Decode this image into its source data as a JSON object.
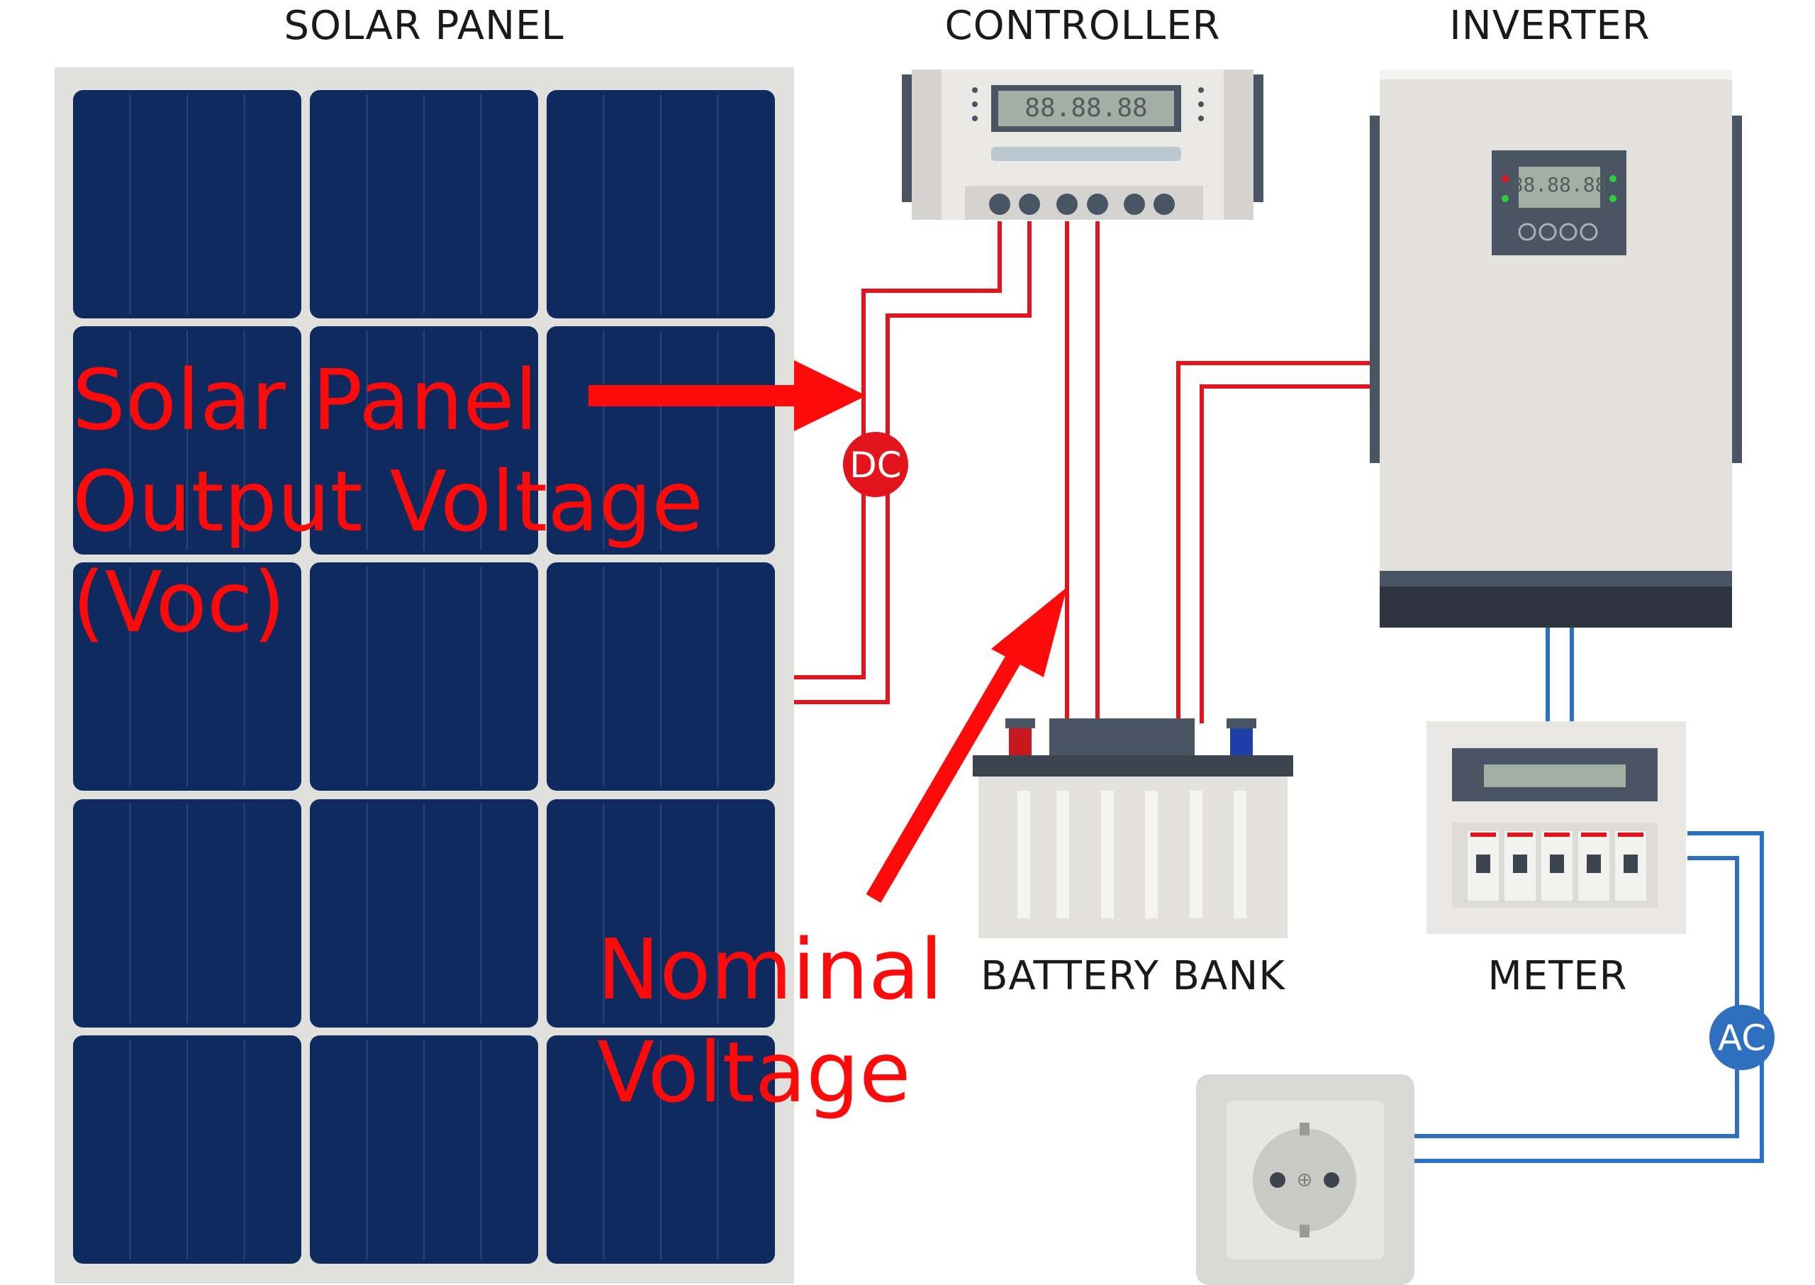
{
  "labels": {
    "solar_panel": "SOLAR PANEL",
    "controller": "CONTROLLER",
    "inverter": "INVERTER",
    "battery_bank": "BATTERY BANK",
    "meter": "METER"
  },
  "annotations": {
    "voc_line1": "Solar Panel",
    "voc_line2": "Output Voltage",
    "voc_line3": "(Voc)",
    "nominal_line1": "Nominal",
    "nominal_line2": "Voltage"
  },
  "badges": {
    "dc": "DC",
    "ac": "AC"
  },
  "displays": {
    "controller": "88.88.88",
    "inverter": "88.88.88"
  },
  "colors": {
    "annotation": "#ff0a0a",
    "dc_wire": "#e3141b",
    "ac_wire": "#2f6fbf",
    "panel_cell": "#0f2a5e",
    "panel_frame": "#e0e0dc"
  }
}
